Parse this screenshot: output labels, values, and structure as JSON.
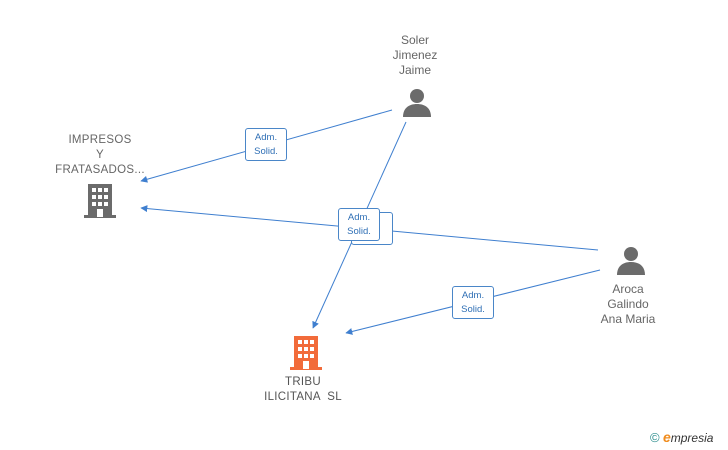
{
  "nodes": {
    "impresos": {
      "lines": [
        "IMPRESOS",
        "Y",
        "FRATASADOS..."
      ],
      "type": "company",
      "color": "#6b6b6b"
    },
    "tribu": {
      "lines": [
        "TRIBU",
        "ILICITANA  SL"
      ],
      "type": "company-main",
      "color": "#f26b3a"
    },
    "soler": {
      "lines": [
        "Soler",
        "Jimenez",
        "Jaime"
      ],
      "type": "person",
      "color": "#6b6b6b"
    },
    "aroca": {
      "lines": [
        "Aroca",
        "Galindo",
        "Ana Maria"
      ],
      "type": "person",
      "color": "#6b6b6b"
    }
  },
  "relations": [
    {
      "from": "soler",
      "to": "impresos",
      "label": [
        "Adm.",
        "Solid."
      ]
    },
    {
      "from": "soler",
      "to": "tribu",
      "label": [
        "Adm.",
        "Solid."
      ]
    },
    {
      "from": "aroca",
      "to": "impresos",
      "label": [
        "Adm.",
        "Solid."
      ]
    },
    {
      "from": "aroca",
      "to": "tribu",
      "label": [
        "Adm.",
        "Solid."
      ]
    }
  ],
  "edge_color": "#3f7fcf",
  "brand": {
    "copyright": "©",
    "e": "e",
    "rest": "mpresia"
  }
}
